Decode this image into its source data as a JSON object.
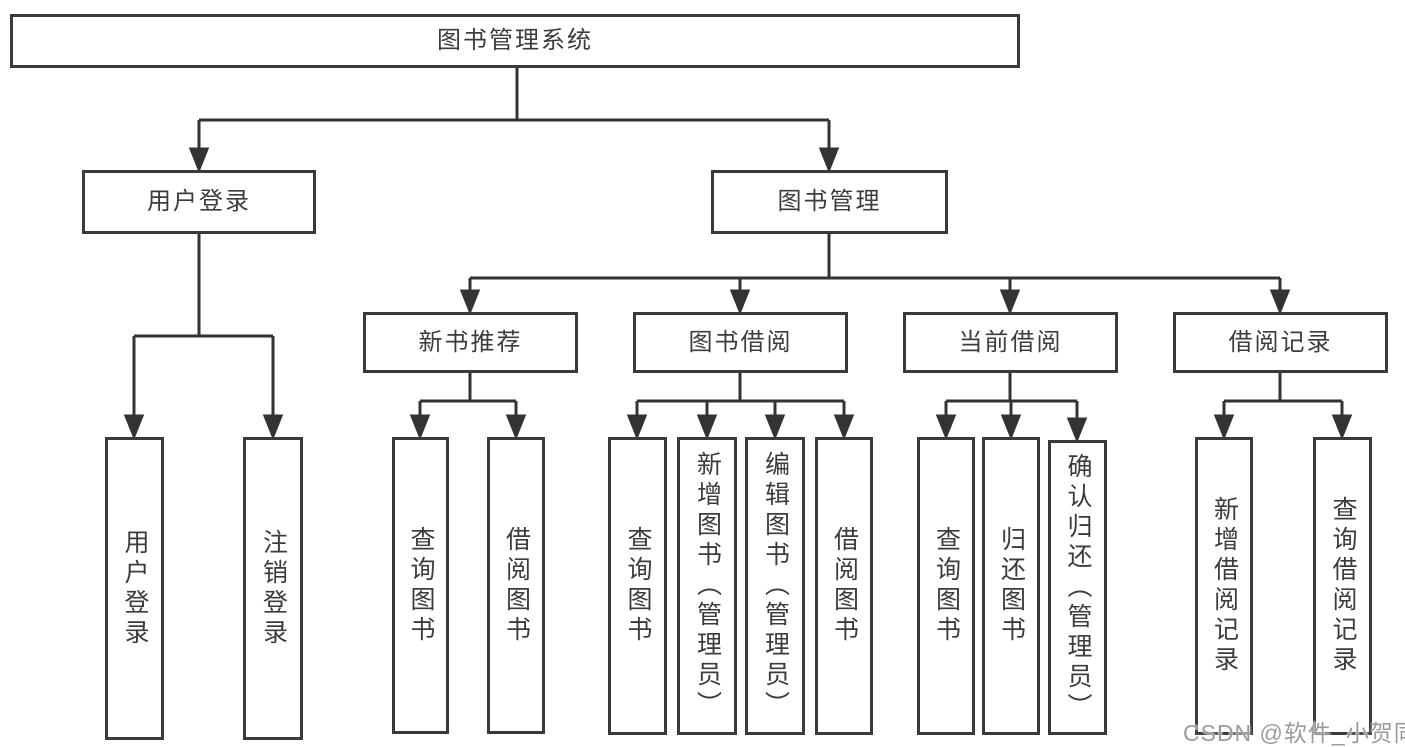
{
  "style": {
    "line_color": "#333333",
    "box_border_color": "#3a3a3a",
    "text_color": "#3c3c3c",
    "watermark_color": "#9b9b9b"
  },
  "tree": {
    "label": "图书管理系统",
    "children": [
      {
        "label": "用户登录",
        "children": [
          {
            "label": "用户登录"
          },
          {
            "label": "注销登录"
          }
        ]
      },
      {
        "label": "图书管理",
        "children": [
          {
            "label": "新书推荐",
            "children": [
              {
                "label": "查询图书"
              },
              {
                "label": "借阅图书"
              }
            ]
          },
          {
            "label": "图书借阅",
            "children": [
              {
                "label": "查询图书"
              },
              {
                "label": "新增图书（管理员）"
              },
              {
                "label": "编辑图书（管理员）"
              },
              {
                "label": "借阅图书"
              }
            ]
          },
          {
            "label": "当前借阅",
            "children": [
              {
                "label": "查询图书"
              },
              {
                "label": "归还图书"
              },
              {
                "label": "确认归还（管理员）"
              }
            ]
          },
          {
            "label": "借阅记录",
            "children": [
              {
                "label": "新增借阅记录"
              },
              {
                "label": "查询借阅记录"
              }
            ]
          }
        ]
      }
    ]
  },
  "watermark": {
    "text": "CSDN @软件_小贺同学"
  }
}
